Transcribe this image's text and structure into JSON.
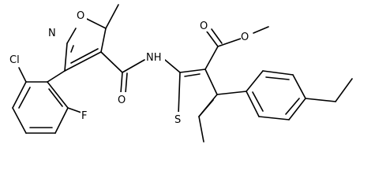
{
  "molecule": {
    "atoms": {
      "cl": "Cl",
      "f": "F",
      "n_isoxazole": "N",
      "o_isoxazole": "O",
      "o_amide": "O",
      "nh": "NH",
      "s": "S",
      "o_ester_carbonyl": "O",
      "o_ester": "O"
    }
  }
}
